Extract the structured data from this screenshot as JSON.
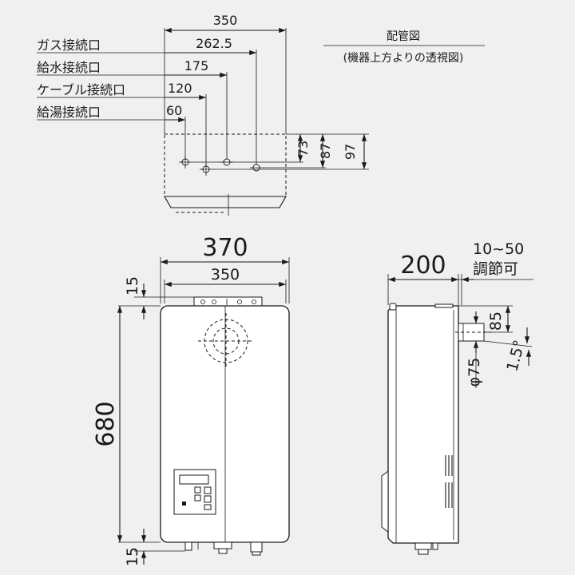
{
  "piping_view": {
    "title": "配管図",
    "subtitle": "(機器上方よりの透視図)",
    "dim_total_width": "350",
    "dim_gas": "262.5",
    "dim_water_in": "175",
    "dim_cable": "120",
    "dim_hot_water": "60",
    "dim_73": "73",
    "dim_87": "87",
    "dim_97": "97",
    "label_gas": "ガス接続口",
    "label_water_in": "給水接続口",
    "label_cable": "ケーブル接続口",
    "label_hot_water": "給湯接続口"
  },
  "front_view": {
    "dim_outer_width": "370",
    "dim_bracket_width": "350",
    "dim_height": "680",
    "dim_top_offset": "15",
    "dim_bottom_offset": "15"
  },
  "side_view": {
    "dim_depth": "200",
    "dim_adjust_range": "10~50",
    "label_adjustable": "調節可",
    "dim_85": "85",
    "dim_diameter": "φ75",
    "dim_slope": "1.5°"
  }
}
